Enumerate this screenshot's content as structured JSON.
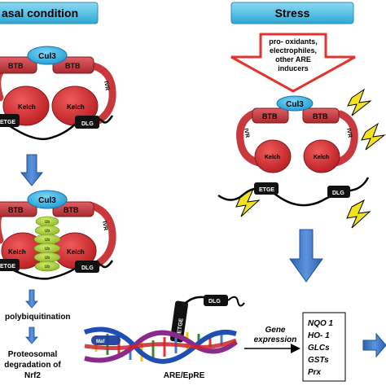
{
  "panels": {
    "basal_label": "asal condition",
    "stress_label": "Stress"
  },
  "stress_box": {
    "line1": "pro- oxidants,",
    "line2": "electrophiles,",
    "line3": "other ARE",
    "line4": "inducers"
  },
  "proteins": {
    "cul3": "Cul3",
    "btb": "BTB",
    "ivr": "IVR",
    "kelch": "Kelch",
    "etge": "ETGE",
    "dlg": "DLG",
    "ub": "Ub",
    "maf": "Maf"
  },
  "steps": {
    "polyubiquitination": "polybiquitination",
    "proteosomal_line1": "Proteosomal",
    "proteosomal_line2": "degradation of",
    "proteosomal_line3": "Nrf2",
    "are_label": "ARE/EpRE",
    "gene_line1": "Gene",
    "gene_line2": "expression"
  },
  "genes": [
    "NQO 1",
    "HO- 1",
    "GLCs",
    "GSTs",
    "Prx"
  ],
  "colors": {
    "header_fill": "#5bc3e6",
    "cul3": "#3fb6e8",
    "btb": "#c8383d",
    "kelch": "#d8262b",
    "ub": "#a6cc34",
    "arrow_blue": "#3f77c6",
    "stress_arrow_red": "#e3342f",
    "bolt": "#f2e21c"
  }
}
